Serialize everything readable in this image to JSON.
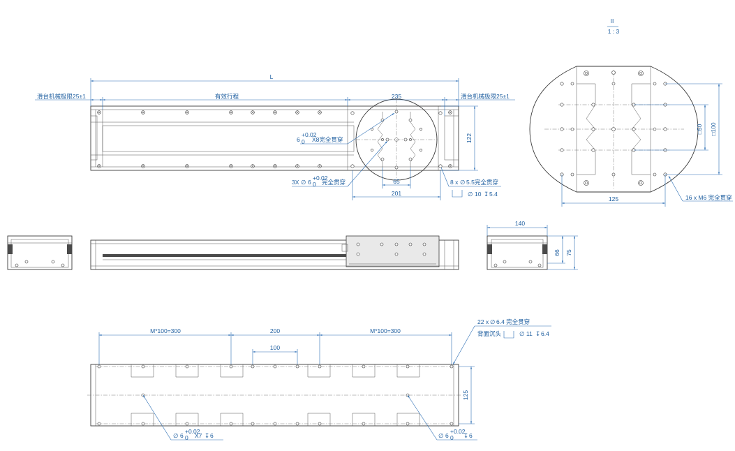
{
  "scale": {
    "top": "II",
    "bottom": "1 : 3"
  },
  "top_view": {
    "length_label": "L",
    "limit_left": "滑台机械极限25±1",
    "limit_right": "滑台机械极限25±1",
    "stroke_label": "有效行程",
    "dim_235": "235",
    "dim_122": "122",
    "dim_65": "65",
    "dim_201": "201",
    "note_pin_holes_a": "6",
    "note_pin_holes_tol": "+0.02",
    "note_pin_holes_tol0": "0",
    "note_pin_holes_b": "X8完全贯穿",
    "note_3x_a": "3X",
    "note_3x_phi": "∅",
    "note_3x_b": "6",
    "note_3x_tol": "+0.02",
    "note_3x_tol0": "0",
    "note_3x_c": "完全贯穿",
    "note_8x_a": "8 x",
    "note_8x_phi": "∅",
    "note_8x_b": "5.5完全贯穿",
    "note_cb_phi": "∅",
    "note_cb_b": "10",
    "note_cb_depth": "5.4"
  },
  "detail_view": {
    "dim_125": "125",
    "dim_100": "□100",
    "dim_50": "□50",
    "note_m6": "16 x M6 完全贯穿"
  },
  "end_view": {
    "dim_140": "140",
    "dim_66": "66",
    "dim_75": "75"
  },
  "bottom_view": {
    "dim_m_left": "M*100=300",
    "dim_200": "200",
    "dim_m_right": "M*100=300",
    "dim_100": "100",
    "dim_125": "125",
    "note_22x_a": "22 x",
    "note_22x_phi": "∅",
    "note_22x_b": "6.4 完全贯穿",
    "note_back_a": "背面沉头",
    "note_back_phi": "∅",
    "note_back_b": "11",
    "note_back_depth": "6.4",
    "note_left_phi": "∅",
    "note_left_a": "6",
    "note_left_tol": "+0.02",
    "note_left_tol0": "0",
    "note_left_b": "X7",
    "note_left_c": "6",
    "note_right_phi": "∅",
    "note_right_a": "6",
    "note_right_tol": "+0.02",
    "note_right_tol0": "0",
    "note_right_c": "6"
  }
}
